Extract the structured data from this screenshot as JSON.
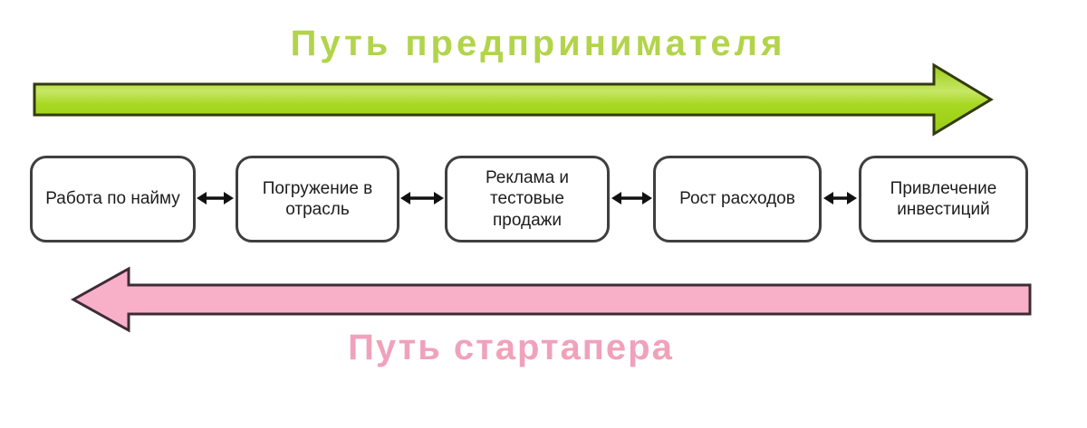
{
  "diagram": {
    "top_path": {
      "title": "Путь предпринимателя",
      "direction": "right"
    },
    "bottom_path": {
      "title": "Путь стартапера",
      "direction": "left"
    }
  },
  "stages": [
    {
      "label": "Работа по найму"
    },
    {
      "label": "Погружение в\nотрасль"
    },
    {
      "label": "Реклама и\nтестовые\nпродажи"
    },
    {
      "label": "Рост расходов"
    },
    {
      "label": "Привлечение\nинвестиций"
    }
  ],
  "colors": {
    "background": "#ffffff",
    "entrepreneur_fill": "#a6d821",
    "entrepreneur_fill_light": "#c6e765",
    "entrepreneur_fill_dark": "#9bcd18",
    "entrepreneur_stroke": "#333a0d",
    "entrepreneur_title": "#b2d44a",
    "startuper_fill": "#f8b0c8",
    "startuper_stroke": "#3e2b35",
    "startuper_title": "#f0a2bb",
    "box_border": "#3f3f3f",
    "box_text": "#1d1d1d",
    "connector": "#111111"
  }
}
